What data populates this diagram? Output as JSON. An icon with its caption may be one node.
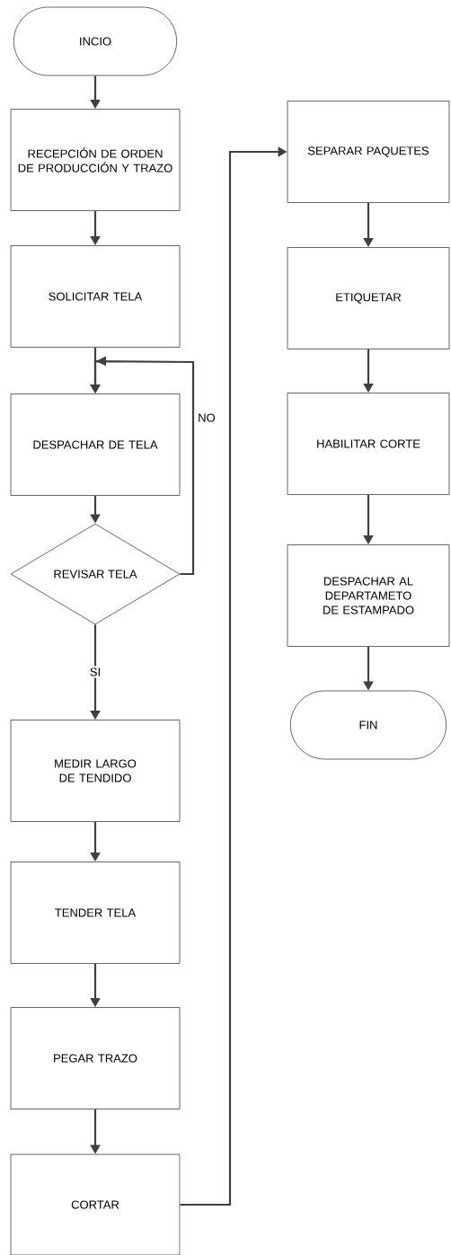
{
  "diagram": {
    "nodes": [
      {
        "text": [
          "INCIO"
        ]
      },
      {
        "text": [
          "RECEPCIÓN DE ORDEN DE PRODUCCIÓN Y TRAZO"
        ]
      },
      {
        "text": [
          "SOLICITAR TELA"
        ]
      },
      {
        "text": [
          "DESPACHAR DE TELA"
        ]
      },
      {
        "text": [
          "REVISAR TELA"
        ]
      },
      {
        "text": [
          "MEDIR LARGO DE TENDIDO"
        ]
      },
      {
        "text": [
          "TENDER TELA"
        ]
      },
      {
        "text": [
          "PEGAR TRAZO"
        ]
      },
      {
        "text": [
          "CORTAR"
        ]
      },
      {
        "text": [
          "SEPARAR PAQUETES"
        ]
      },
      {
        "text": [
          "ETIQUETAR"
        ]
      },
      {
        "text": [
          "HABILITAR CORTE"
        ]
      },
      {
        "text": [
          "DESPACHAR AL DEPARTAMETO DE ESTAMPADO"
        ]
      },
      {
        "text": [
          "FIN"
        ]
      }
    ],
    "edges": [
      {
        "from": 0,
        "to": 1,
        "arrow": "to"
      },
      {
        "from": 1,
        "to": 2,
        "arrow": "to"
      },
      {
        "from": 2,
        "to": 3,
        "arrow": "to"
      },
      {
        "from": 3,
        "to": 4,
        "arrow": "to"
      },
      {
        "from": 4,
        "to": 3,
        "arrow": "to",
        "label": "NO"
      },
      {
        "from": 4,
        "to": 5,
        "arrow": "to",
        "label": "SI"
      },
      {
        "from": 5,
        "to": 6,
        "arrow": "to"
      },
      {
        "from": 6,
        "to": 7,
        "arrow": "to"
      },
      {
        "from": 7,
        "to": 8,
        "arrow": "to"
      },
      {
        "from": 8,
        "to": 9,
        "arrow": "to"
      },
      {
        "from": 9,
        "to": 10,
        "arrow": "to"
      },
      {
        "from": 10,
        "to": 11,
        "arrow": "to"
      },
      {
        "from": 11,
        "to": 12,
        "arrow": "to"
      },
      {
        "from": 12,
        "to": 13,
        "arrow": "to"
      }
    ]
  }
}
